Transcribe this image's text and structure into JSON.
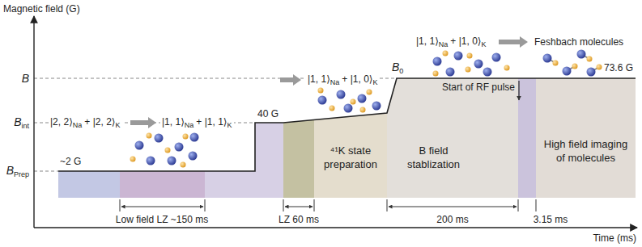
{
  "diagram": {
    "nodes": [
      {
        "text": [
          "⁴¹K state preparation"
        ]
      },
      {
        "text": [
          "B field stablization"
        ]
      },
      {
        "text": [
          "High field imaging of molecules"
        ]
      }
    ],
    "labels": [
      "Magnetic field (G)",
      "Time (ms)",
      "B",
      "B",
      "int",
      "B",
      "Prep",
      "~2 G",
      "|2, 2⟩",
      "Na",
      "+ |2, 2⟩",
      "K",
      "|1, 1⟩",
      "Na",
      "+ |1, 1⟩",
      "K",
      "40 G",
      "|1, 1⟩",
      "Na",
      "+ |1, 0⟩",
      "K",
      "B",
      "0",
      "|1, 1⟩",
      "Na",
      "+ |1, 0⟩",
      "K",
      "Feshbach molecules",
      "73.6 G",
      "Start of RF pulse",
      "Low field LZ ~150 ms",
      "LZ 60 ms",
      "200 ms",
      "3.15 ms"
    ]
  }
}
